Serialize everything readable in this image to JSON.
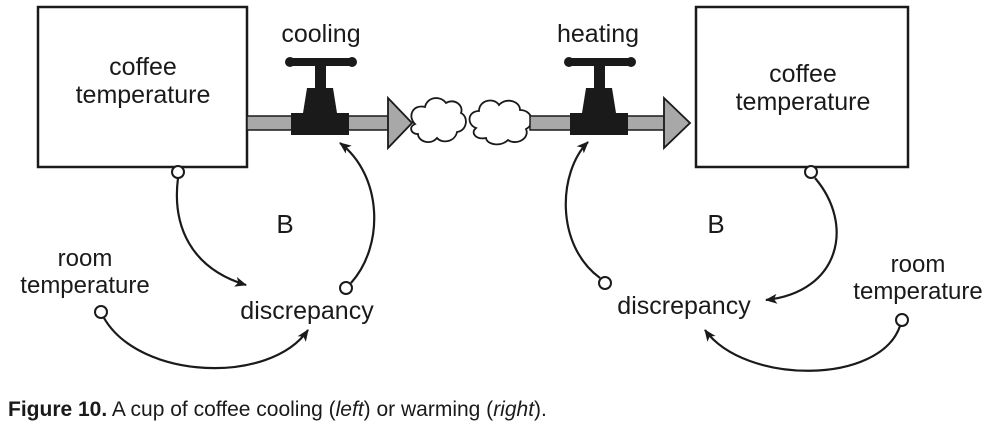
{
  "left": {
    "stock_line1": "coffee",
    "stock_line2": "temperature",
    "flow_label": "cooling",
    "loop_label": "B",
    "env_line1": "room",
    "env_line2": "temperature",
    "aux_label": "discrepancy"
  },
  "right": {
    "stock_line1": "coffee",
    "stock_line2": "temperature",
    "flow_label": "heating",
    "loop_label": "B",
    "env_line1": "room",
    "env_line2": "temperature",
    "aux_label": "discrepancy"
  },
  "caption": {
    "figure": "Figure 10.",
    "text_a": " A cup of coffee cooling (",
    "left_word": "left",
    "text_b": ") or warming (",
    "right_word": "right",
    "text_c": ")."
  }
}
